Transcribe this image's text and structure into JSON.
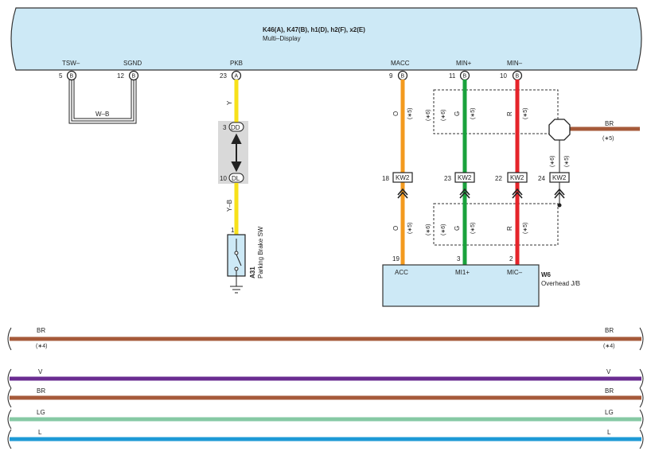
{
  "multi_display": {
    "connectors": "K46(A), K47(B), h1(D), h2(F), x2(E)",
    "name": "Multi–Display",
    "fill": "#cde9f6"
  },
  "pins": [
    {
      "label": "TSW–",
      "num": "5",
      "conn": "B"
    },
    {
      "label": "SGND",
      "num": "12",
      "conn": "B"
    },
    {
      "label": "PKB",
      "num": "23",
      "conn": "A"
    },
    {
      "label": "MACC",
      "num": "9",
      "conn": "B"
    },
    {
      "label": "MIN+",
      "num": "11",
      "conn": "B"
    },
    {
      "label": "MIN–",
      "num": "10",
      "conn": "B"
    }
  ],
  "shield_wire": {
    "color_code": "W–B"
  },
  "pkb_wire": {
    "upper_color": "Y",
    "lower_color": "Y–B",
    "connectors": [
      {
        "num": "3",
        "name": "DD"
      },
      {
        "num": "10",
        "name": "DL"
      }
    ],
    "hex": "#f7e11a"
  },
  "parking_brake": {
    "id": "A31",
    "name": "Parking Brake SW",
    "pin": "1"
  },
  "wires": [
    {
      "code": "O",
      "note": "(∗5)",
      "hex": "#f39a1e"
    },
    {
      "code": "G",
      "note": "(∗5)",
      "hex": "#1aa23c"
    },
    {
      "code": "R",
      "note": "(∗5)",
      "hex": "#e5242a"
    }
  ],
  "annotations": {
    "star6": "(∗6)",
    "star5": "(∗5)"
  },
  "kw2": [
    {
      "num": "18",
      "name": "KW2"
    },
    {
      "num": "23",
      "name": "KW2"
    },
    {
      "num": "22",
      "name": "KW2"
    },
    {
      "num": "24",
      "name": "KW2"
    }
  ],
  "ground_splice": {
    "code": "BR",
    "note": "(∗5)",
    "hex": "#a65a3a"
  },
  "overhead_jb": {
    "id": "W6",
    "name": "Overhead J/B",
    "pins": [
      {
        "num": "19",
        "label": "ACC"
      },
      {
        "num": "3",
        "label": "MI1+"
      },
      {
        "num": "2",
        "label": "MIC–"
      }
    ]
  },
  "bus_lines": [
    {
      "code": "BR",
      "note": "(∗4)",
      "hex": "#a65a3a"
    },
    {
      "code": "V",
      "note": "",
      "hex": "#6a2c91"
    },
    {
      "code": "BR",
      "note": "",
      "hex": "#a65a3a"
    },
    {
      "code": "LG",
      "note": "",
      "hex": "#86c9a4"
    },
    {
      "code": "L",
      "note": "",
      "hex": "#1e9ad6"
    }
  ],
  "colors": {
    "connector_shade": "#d9d9d9",
    "box_stroke": "#333333"
  }
}
